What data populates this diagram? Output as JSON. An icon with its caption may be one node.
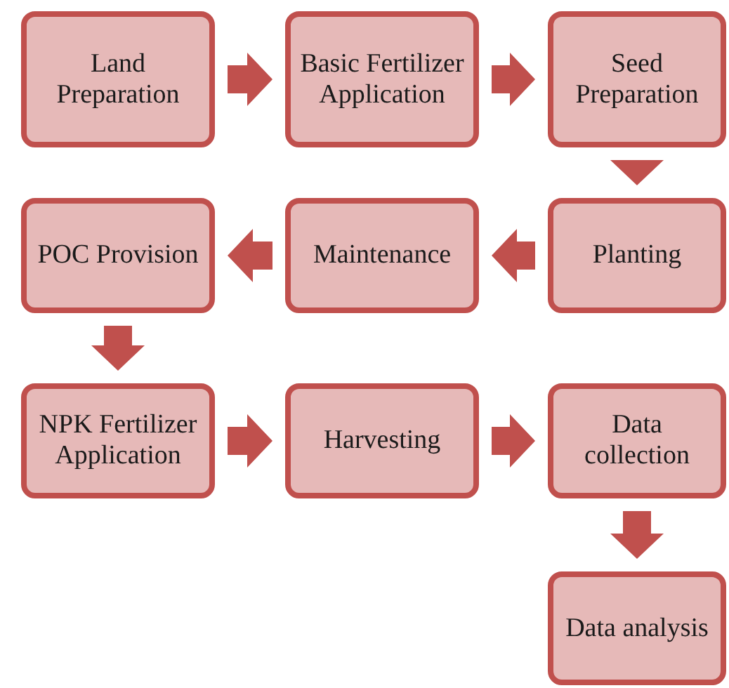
{
  "diagram": {
    "nodes": [
      {
        "text": [
          "Land Preparation"
        ]
      },
      {
        "text": [
          "Basic Fertilizer Application"
        ]
      },
      {
        "text": [
          "Seed Preparation"
        ]
      },
      {
        "text": [
          "Planting"
        ]
      },
      {
        "text": [
          "Maintenance"
        ]
      },
      {
        "text": [
          "POC Provision"
        ]
      },
      {
        "text": [
          "NPK Fertilizer Application"
        ]
      },
      {
        "text": [
          "Harvesting"
        ]
      },
      {
        "text": [
          "Data collection"
        ]
      },
      {
        "text": [
          "Data analysis"
        ]
      }
    ],
    "edges": [
      {
        "from": 0,
        "to": 1,
        "arrow": "to"
      },
      {
        "from": 1,
        "to": 2,
        "arrow": "to"
      },
      {
        "from": 2,
        "to": 3,
        "arrow": "to"
      },
      {
        "from": 3,
        "to": 4,
        "arrow": "to"
      },
      {
        "from": 4,
        "to": 5,
        "arrow": "to"
      },
      {
        "from": 5,
        "to": 6,
        "arrow": "to"
      },
      {
        "from": 6,
        "to": 7,
        "arrow": "to"
      },
      {
        "from": 7,
        "to": 8,
        "arrow": "to"
      },
      {
        "from": 8,
        "to": 9,
        "arrow": "to"
      }
    ]
  }
}
